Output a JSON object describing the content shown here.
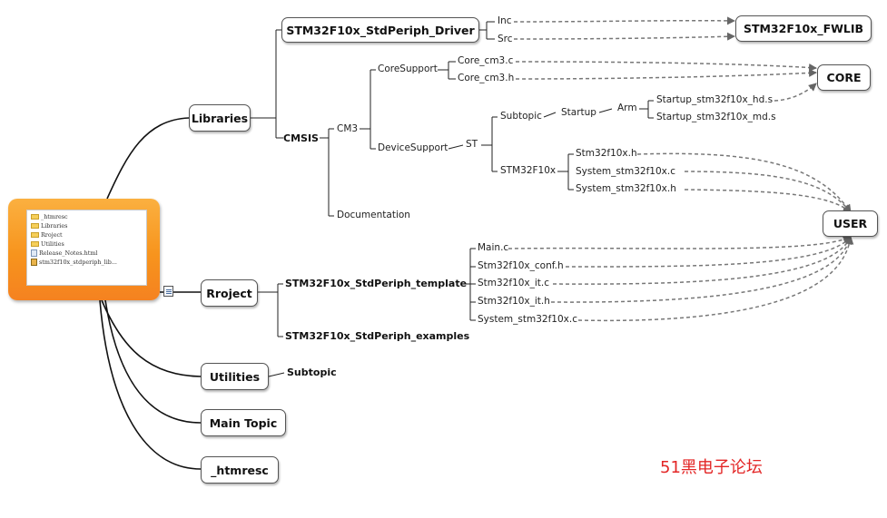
{
  "root": {
    "files": [
      {
        "name": "_htmresc",
        "icon": "folder-icon"
      },
      {
        "name": "Libraries",
        "icon": "folder-icon"
      },
      {
        "name": "Rroject",
        "icon": "folder-icon"
      },
      {
        "name": "Utilities",
        "icon": "folder-icon"
      },
      {
        "name": "Release_Notes.html",
        "icon": "html-file-icon"
      },
      {
        "name": "stm32f10x_stdperiph_lib...",
        "icon": "library-file-icon"
      }
    ]
  },
  "branches": {
    "libraries": "Libraries",
    "rroject": "Rroject",
    "utilities": "Utilities",
    "main_topic": "Main Topic",
    "htmresc": "_htmresc"
  },
  "libraries": {
    "driver": "STM32F10x_StdPeriph_Driver",
    "inc": "Inc",
    "src": "Src",
    "cmsis": "CMSIS",
    "cm3": "CM3",
    "documentation": "Documentation",
    "coresupport": "CoreSupport",
    "core_cm3_c": "Core_cm3.c",
    "core_cm3_h": "Core_cm3.h",
    "devicesupport": "DeviceSupport",
    "st": "ST",
    "subtopic": "Subtopic",
    "startup": "Startup",
    "arm": "Arm",
    "startup_hd": "Startup_stm32f10x_hd.s",
    "startup_md": "Startup_stm32f10x_md.s",
    "stm32f10x": "STM32F10x",
    "stm32f10x_h": "Stm32f10x.h",
    "system_c": "System_stm32f10x.c",
    "system_h": "System_stm32f10x.h"
  },
  "project": {
    "template": "STM32F10x_StdPeriph_template",
    "examples": "STM32F10x_StdPeriph_examples",
    "main_c": "Main.c",
    "conf_h": "Stm32f10x_conf.h",
    "it_c": "Stm32f10x_it.c",
    "it_h": "Stm32f10x_it.h",
    "system_c": "System_stm32f10x.c"
  },
  "utilities": {
    "subtopic": "Subtopic"
  },
  "targets": {
    "fwlib": "STM32F10x_FWLIB",
    "core": "CORE",
    "user": "USER"
  },
  "watermark": "51黑电子论坛",
  "colors": {
    "root_fill": "#f7941d",
    "link_line": "#111111",
    "dashed_link": "#777777",
    "watermark": "#e32626"
  }
}
